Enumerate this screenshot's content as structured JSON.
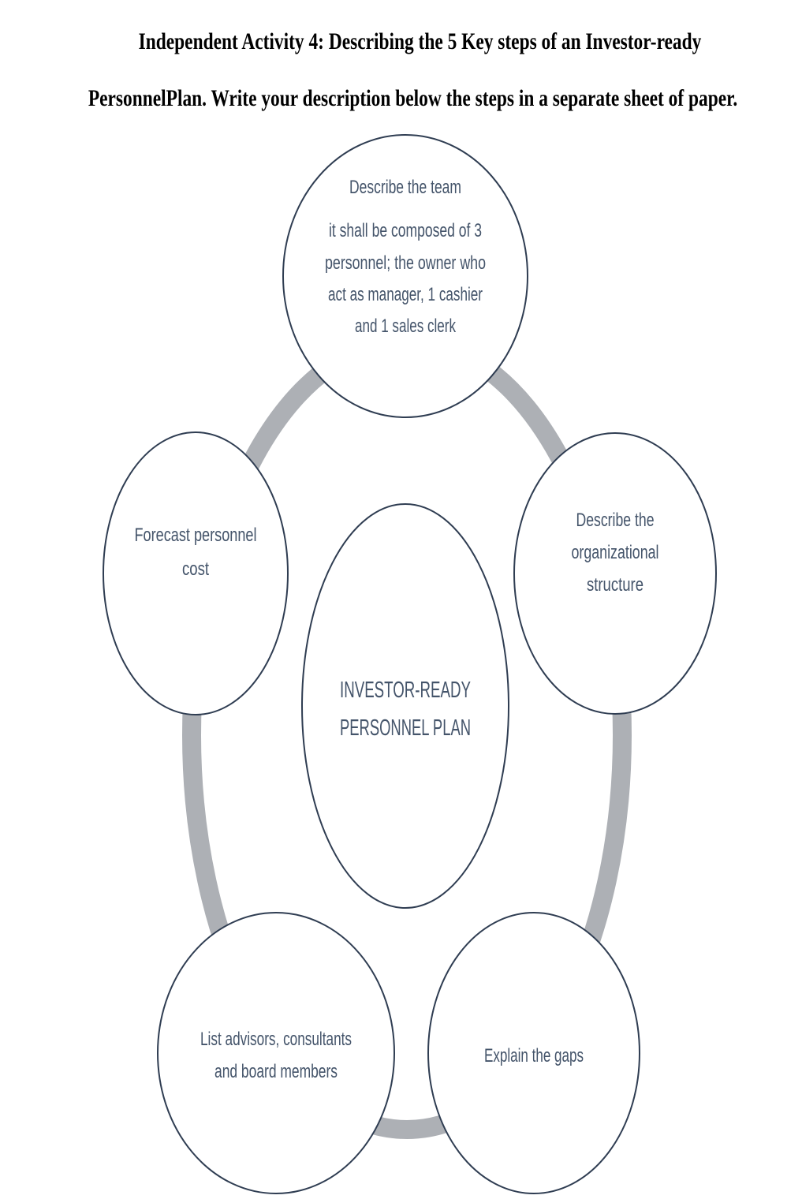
{
  "heading": {
    "line1": "Independent Activity 4: Describing the 5 Key steps of an Investor-ready",
    "line2": "PersonnelPlan. Write your description below the steps in a separate sheet of paper."
  },
  "diagram": {
    "colors": {
      "ring": "#adb0b5",
      "node_stroke": "#2f3d52",
      "node_fill": "#ffffff",
      "text": "#44546a"
    },
    "center": {
      "lines": [
        "INVESTOR-READY",
        "PERSONNEL PLAN"
      ]
    },
    "steps": [
      {
        "id": "describe-team",
        "title": "Describe the team",
        "body": [
          "it shall be composed of 3",
          "personnel; the owner who",
          "act as manager, 1 cashier",
          "and 1 sales clerk"
        ]
      },
      {
        "id": "describe-organizational-structure",
        "title": "",
        "body": [
          "Describe the",
          "organizational",
          "structure"
        ]
      },
      {
        "id": "explain-gaps",
        "title": "",
        "body": [
          "Explain the gaps"
        ]
      },
      {
        "id": "list-advisors",
        "title": "",
        "body": [
          "List advisors, consultants",
          "and board members"
        ]
      },
      {
        "id": "forecast-personnel-cost",
        "title": "",
        "body": [
          "Forecast personnel",
          "cost"
        ]
      }
    ]
  }
}
